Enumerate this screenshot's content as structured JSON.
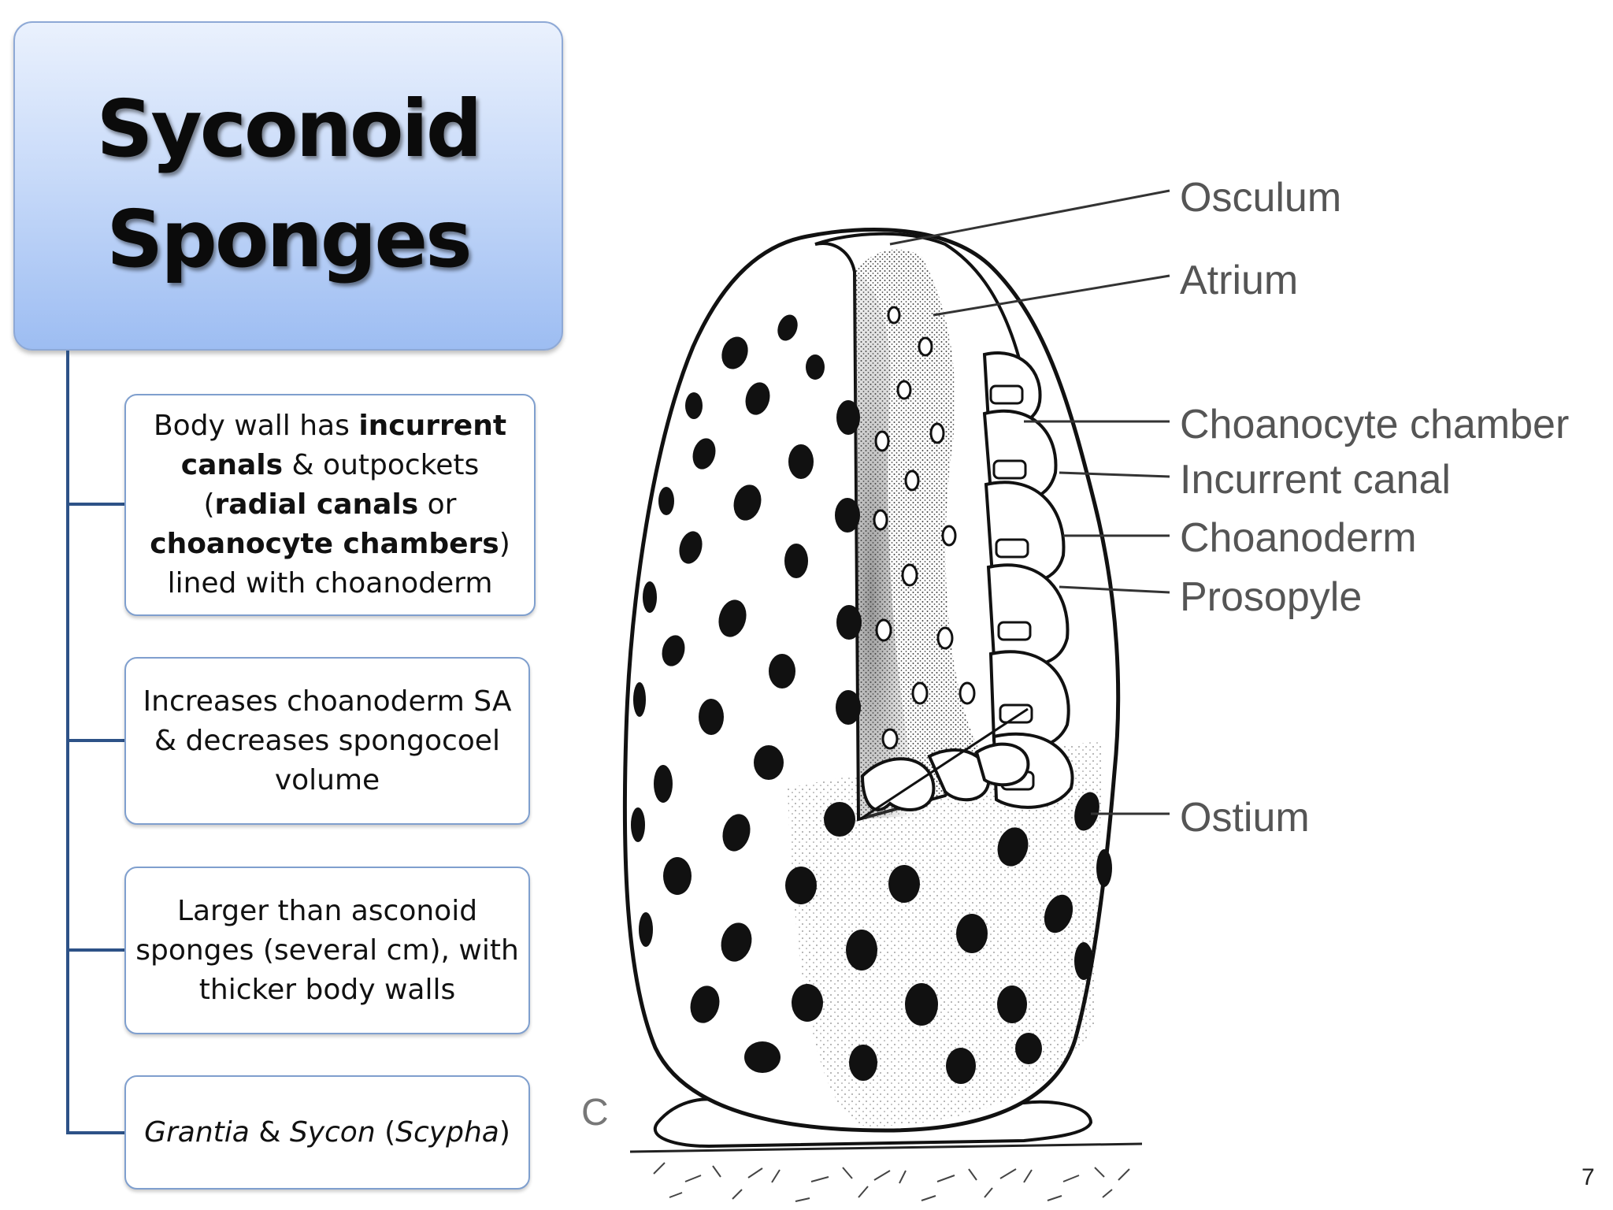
{
  "title": {
    "line1": "Syconoid",
    "line2": "Sponges"
  },
  "bullets": [
    {
      "parts": [
        {
          "text": "Body wall has ",
          "style": "normal"
        },
        {
          "text": "incurrent canals",
          "style": "bold"
        },
        {
          "text": " & outpockets (",
          "style": "normal"
        },
        {
          "text": "radial canals",
          "style": "bold"
        },
        {
          "text": " or ",
          "style": "normal"
        },
        {
          "text": "choanocyte chambers",
          "style": "bold"
        },
        {
          "text": ") lined with choanoderm",
          "style": "normal"
        }
      ]
    },
    {
      "parts": [
        {
          "text": "Increases choanoderm SA & decreases spongocoel volume",
          "style": "normal"
        }
      ]
    },
    {
      "parts": [
        {
          "text": "Larger than asconoid sponges (several cm), with thicker body walls",
          "style": "normal"
        }
      ]
    },
    {
      "parts": [
        {
          "text": "Grantia",
          "style": "italic"
        },
        {
          "text": " & ",
          "style": "normal"
        },
        {
          "text": "Sycon",
          "style": "italic"
        },
        {
          "text": " (",
          "style": "normal"
        },
        {
          "text": "Scypha",
          "style": "italic"
        },
        {
          "text": ")",
          "style": "normal"
        }
      ]
    }
  ],
  "diagram": {
    "labels": {
      "osculum": "Osculum",
      "atrium": "Atrium",
      "choanocyte_chamber": "Choanocyte chamber",
      "incurrent_canal": "Incurrent canal",
      "choanoderm": "Choanoderm",
      "prosopyle": "Prosopyle",
      "ostium": "Ostium"
    },
    "panel_letter": "C"
  },
  "page_number": "7",
  "colors": {
    "connector": "#2d5287",
    "box_border": "#7f9fce",
    "title_gradient_bottom": "#9dbdf2"
  }
}
